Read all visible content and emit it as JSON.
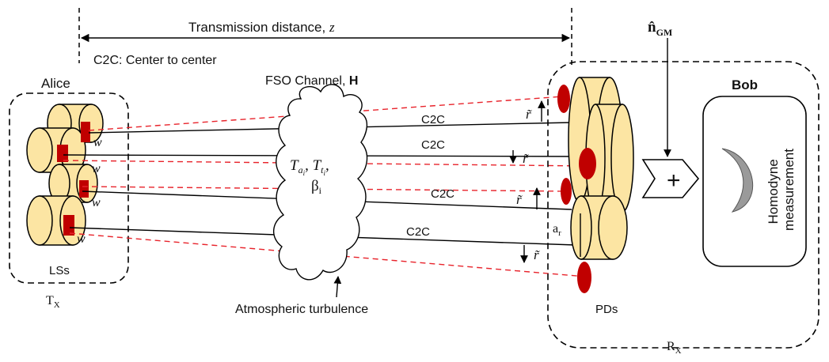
{
  "labels": {
    "distance": "Transmission distance, ",
    "distance_var": "z",
    "c2c_note": "C2C: Center to center",
    "alice": "Alice",
    "lss": "LSs",
    "tx": "T",
    "tx_sub": "X",
    "rx": "R",
    "rx_sub": "X",
    "channel": "FSO Channel, ",
    "channel_var": "H",
    "turbulence": "Atmospheric turbulence",
    "bob": "Bob",
    "pds": "PDs",
    "homodyne_1": "Homodyne",
    "homodyne_2": "measurement",
    "noise": "n̂",
    "noise_sub": "GM",
    "plus": "+",
    "cloud_line1_a": "T",
    "cloud_line1_a_sub": "a",
    "cloud_line1_a_subsub": "i",
    "cloud_line1_b": "T",
    "cloud_line1_b_sub": "t",
    "cloud_line1_b_subsub": "i",
    "cloud_line2": "β",
    "cloud_line2_sub": "i",
    "c2c_1": "C2C",
    "c2c_2": "C2C",
    "c2c_3": "C2C",
    "c2c_4": "C2C",
    "r_tilde": "r̃",
    "w": "w",
    "ar": "a",
    "ar_sub": "r"
  },
  "colors": {
    "lens_fill": "#fce5a3",
    "emitter_red": "#c00000",
    "beam_red": "#e8232b",
    "line": "#000000"
  }
}
